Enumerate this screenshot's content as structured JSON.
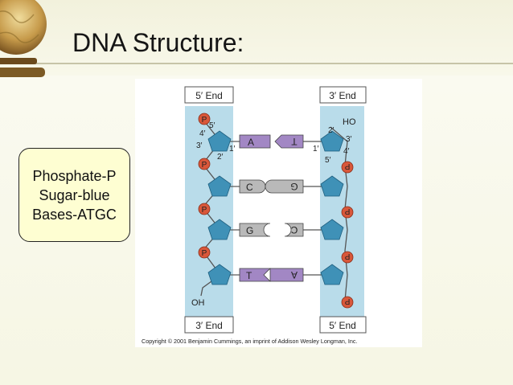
{
  "slide": {
    "title": "DNA Structure:"
  },
  "callout": {
    "lines": [
      "Phosphate-P",
      "Sugar-blue",
      "Bases-ATGC"
    ]
  },
  "figure": {
    "end_labels": {
      "top_left": "5′ End",
      "top_right": "3′ End",
      "bottom_left": "3′ End",
      "bottom_right": "5′ End"
    },
    "phosphate_label": "P",
    "left_carbon_labels": {
      "c5": "5′",
      "c4": "4′",
      "c3": "3′",
      "c2": "2′",
      "c1": "1′"
    },
    "right_carbon_labels": {
      "c2": "2′",
      "c3": "3′",
      "c1": "1′",
      "c4": "4′",
      "c5": "5′"
    },
    "right_top_group": "HO",
    "left_bottom_group": "OH",
    "base_pairs": [
      {
        "left": "A",
        "right": "T"
      },
      {
        "left": "C",
        "right": "G"
      },
      {
        "left": "G",
        "right": "C"
      },
      {
        "left": "T",
        "right": "A"
      }
    ],
    "copyright": "Copyright © 2001 Benjamin Cummings, an imprint of Addison Wesley Longman, Inc."
  },
  "colors": {
    "backbone_band": "#b9dcea",
    "sugar": "#3f91b7",
    "phosphate": "#d9573a",
    "base_purple": "#a287c4",
    "base_gray": "#b9b9b9",
    "callout_fill": "#fefed2"
  }
}
